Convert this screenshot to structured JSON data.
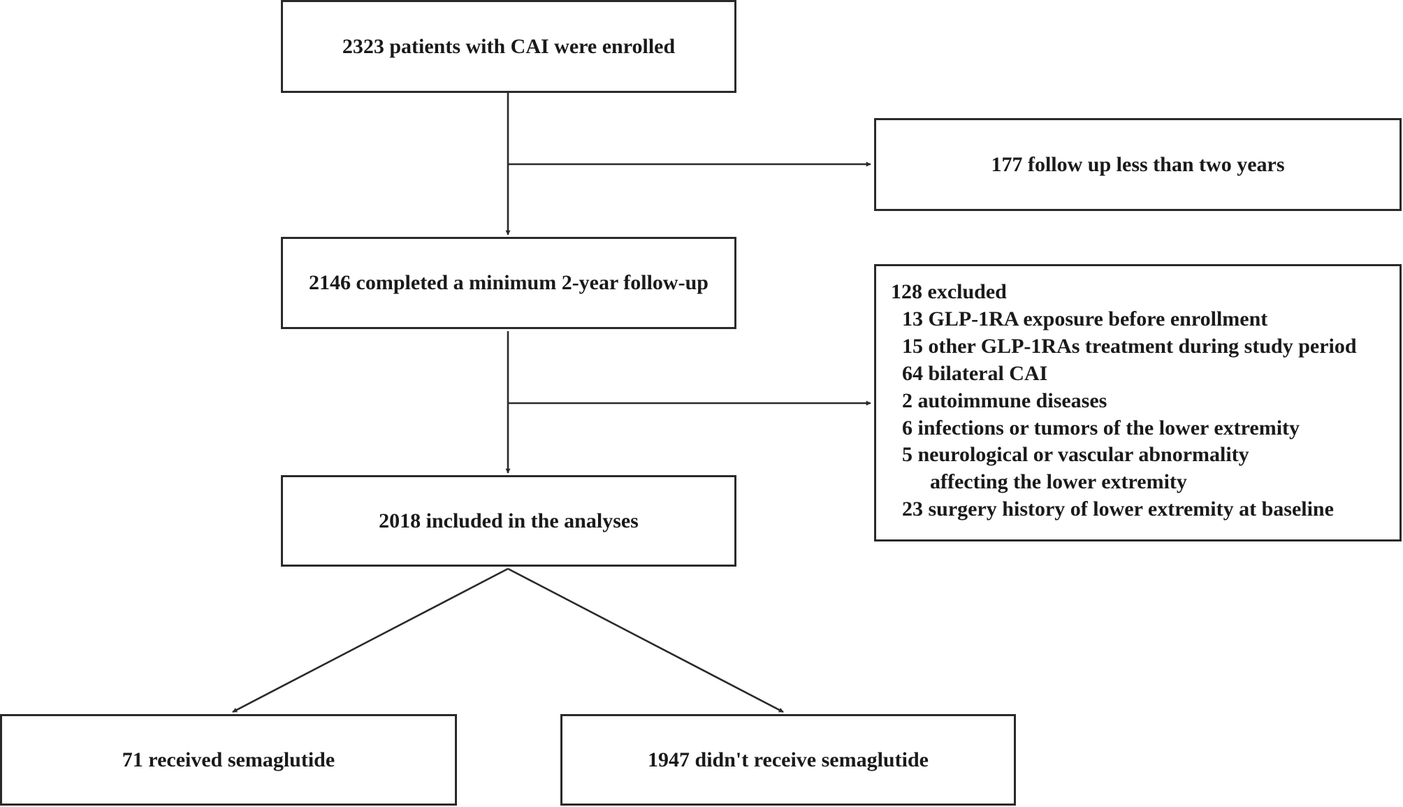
{
  "diagram": {
    "enrolled": "2323 patients with CAI were enrolled",
    "excluded_followup": "177 follow up less than two years",
    "completed": "2146 completed a minimum 2-year follow-up",
    "excluded": {
      "header": "128 excluded",
      "items": [
        "13 GLP-1RA exposure before enrollment",
        "15 other GLP-1RAs treatment during study period",
        "64 bilateral CAI",
        "2 autoimmune diseases",
        "6 infections or tumors of the lower extremity",
        "5 neurological or vascular abnormality",
        "affecting the lower extremity",
        "23 surgery history of lower extremity at baseline"
      ]
    },
    "included": "2018 included in the analyses",
    "received": "71 received semaglutide",
    "not_received": "1947 didn't receive semaglutide"
  },
  "colors": {
    "line": "#2a2a2a",
    "text": "#1a1a1a"
  }
}
